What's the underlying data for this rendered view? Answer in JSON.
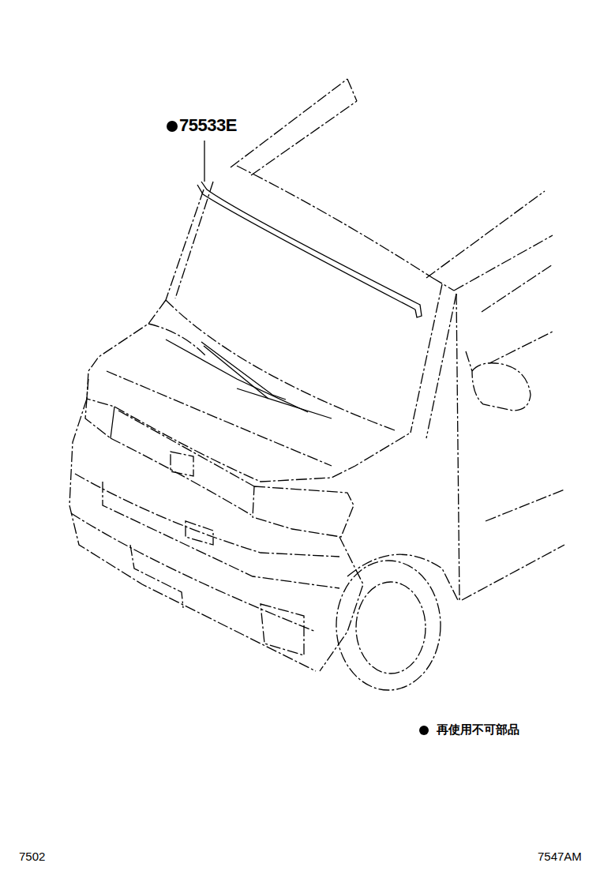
{
  "diagram": {
    "labels": [
      "75533E",
      "7502",
      "7547AM"
    ],
    "legend": [
      {
        "text": "再使用不可部品"
      }
    ]
  }
}
